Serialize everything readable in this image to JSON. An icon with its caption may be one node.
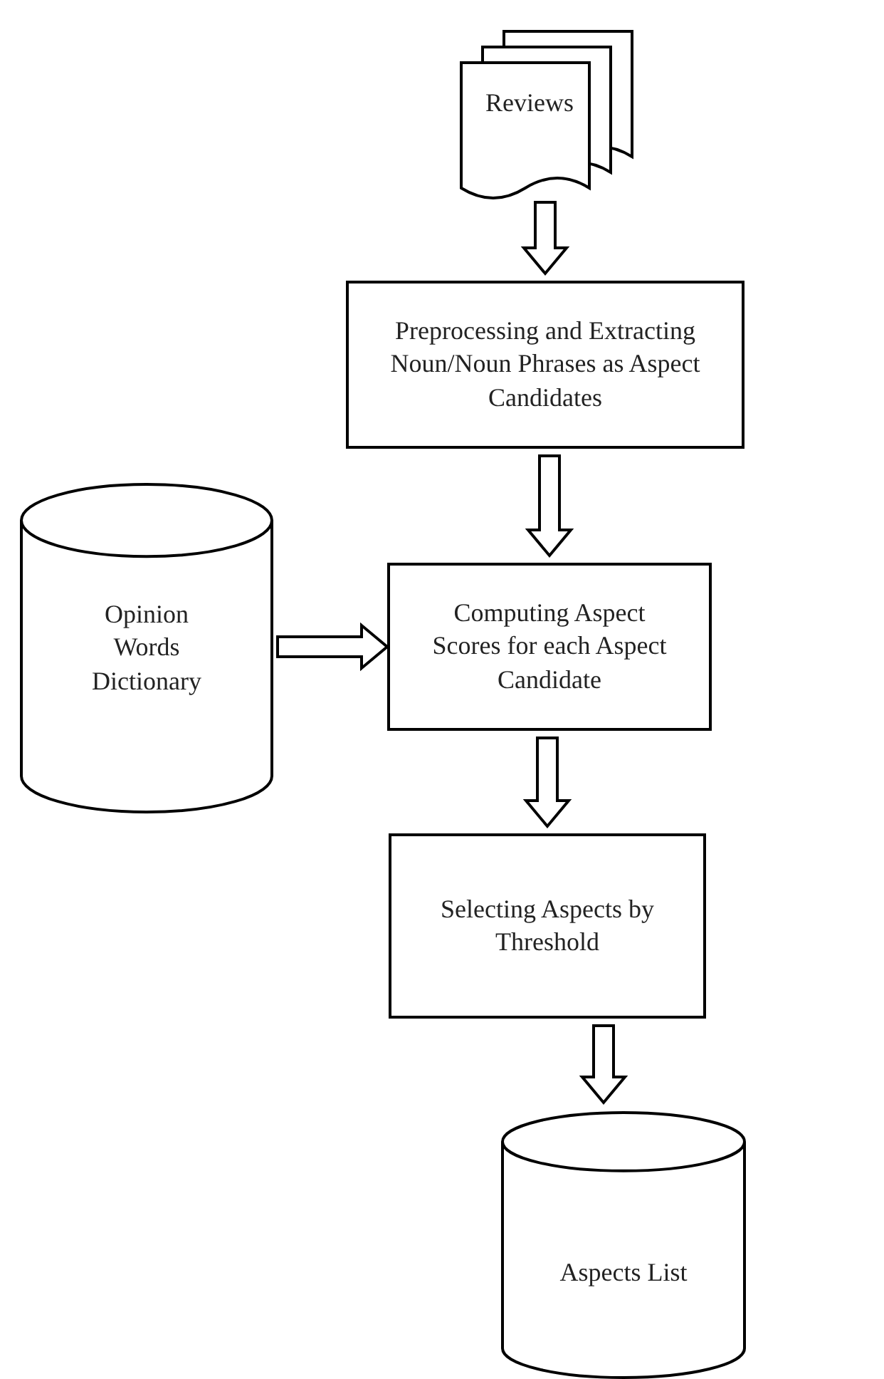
{
  "diagram": {
    "nodes": [
      {
        "text": [
          "Reviews"
        ]
      },
      {
        "text": [
          "Preprocessing and Extracting Noun/Noun Phrases as Aspect Candidates"
        ]
      },
      {
        "text": [
          "Opinion Words Dictionary"
        ]
      },
      {
        "text": [
          "Computing Aspect Scores for each Aspect Candidate"
        ]
      },
      {
        "text": [
          "Selecting Aspects by Threshold"
        ]
      },
      {
        "text": [
          "Aspects List"
        ]
      }
    ],
    "edges": [
      {
        "from": 0,
        "to": 1,
        "arrow": "to"
      },
      {
        "from": 1,
        "to": 3,
        "arrow": "to"
      },
      {
        "from": 2,
        "to": 3,
        "arrow": "to"
      },
      {
        "from": 3,
        "to": 4,
        "arrow": "to"
      },
      {
        "from": 4,
        "to": 5,
        "arrow": "to"
      }
    ]
  }
}
